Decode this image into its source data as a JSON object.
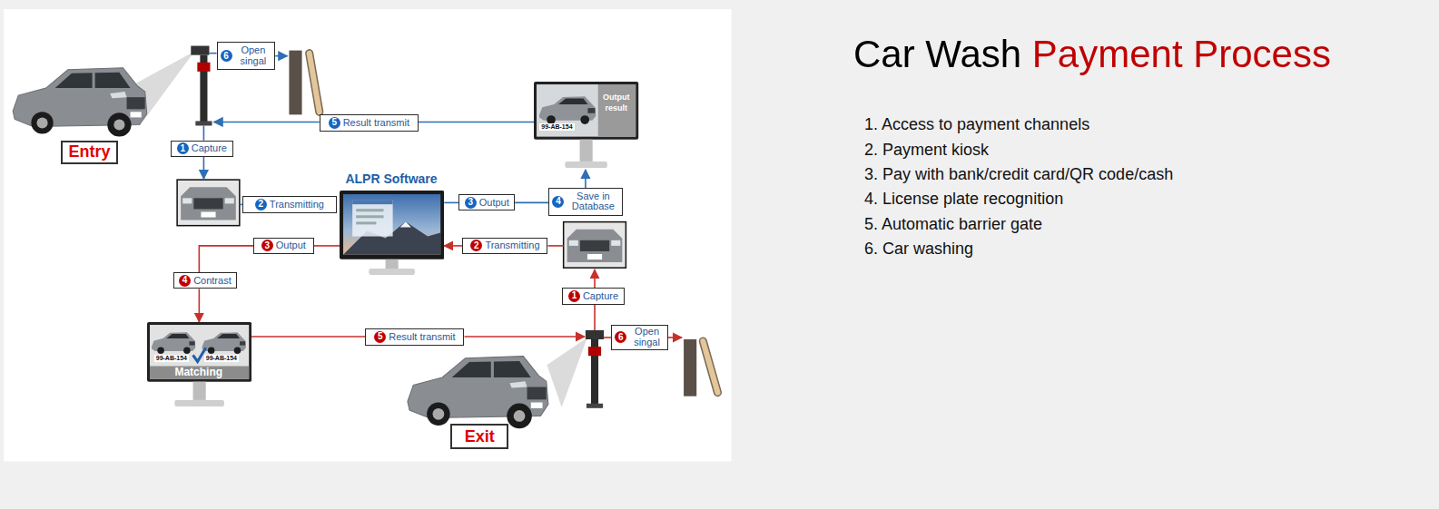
{
  "diagram": {
    "title": "Car Wash Payment Process",
    "nodes": [
      {
        "text": [
          "Entry"
        ]
      },
      {
        "text": [
          "6",
          "Open singal"
        ]
      },
      {
        "text": [
          "5",
          "Result transmit"
        ]
      },
      {
        "text": [
          "Output result",
          "99-AB-154"
        ]
      },
      {
        "text": [
          "1",
          "Capture"
        ]
      },
      {
        "text": [
          "2",
          "Transmitting"
        ]
      },
      {
        "text": [
          "ALPR Software"
        ]
      },
      {
        "text": [
          "3",
          "Output"
        ]
      },
      {
        "text": [
          "4",
          "Save in Database"
        ]
      },
      {
        "text": [
          "3",
          "Output"
        ]
      },
      {
        "text": [
          "2",
          "Transmitting"
        ]
      },
      {
        "text": [
          "4",
          "Contrast"
        ]
      },
      {
        "text": [
          "1",
          "Capture"
        ]
      },
      {
        "text": [
          "99-AB-154",
          "99-AB-154",
          "Matching"
        ]
      },
      {
        "text": [
          "5",
          "Result transmit"
        ]
      },
      {
        "text": [
          "6",
          "Open singal"
        ]
      },
      {
        "text": [
          "Exit"
        ]
      }
    ],
    "edges": [
      {
        "from": 6,
        "to": 7,
        "arrow": "none"
      },
      {
        "from": 7,
        "to": 8,
        "arrow": "none"
      },
      {
        "from": 8,
        "to": 3,
        "arrow": "to"
      },
      {
        "from": 3,
        "to": 2,
        "arrow": "none"
      },
      {
        "from": 10,
        "to": 6,
        "arrow": "to"
      },
      {
        "from": 6,
        "to": 9,
        "arrow": "none"
      },
      {
        "from": 9,
        "to": 11,
        "arrow": "none"
      },
      {
        "from": 11,
        "to": 13,
        "arrow": "to"
      },
      {
        "from": 13,
        "to": 14,
        "arrow": "none"
      }
    ],
    "labels": [
      "1. Access to payment channels",
      "2. Payment kiosk",
      "3. Pay with bank/credit card/QR code/cash",
      "4. License plate recognition",
      "5. Automatic barrier gate",
      "6. Car washing"
    ]
  }
}
